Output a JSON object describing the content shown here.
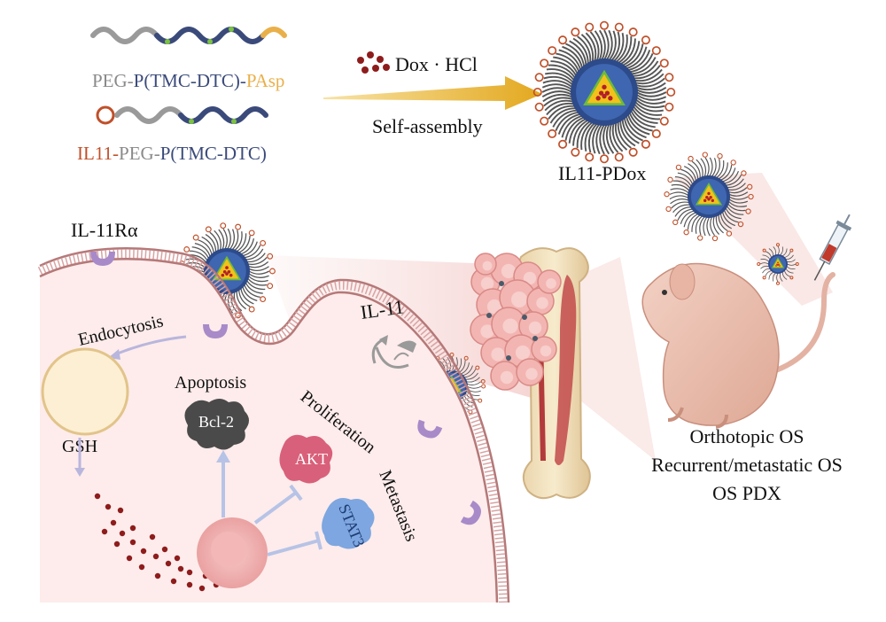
{
  "polymers": {
    "polymer1": {
      "part1": "PEG-",
      "part2": "P(TMC-DTC)-",
      "part3": "PAsp"
    },
    "polymer2": {
      "part1": "IL11-",
      "part2": "PEG-",
      "part3": "P(TMC-DTC)"
    }
  },
  "assembly": {
    "drug": "Dox · HCl",
    "process": "Self-assembly",
    "product": "IL11-PDox"
  },
  "cell": {
    "receptor": "IL-11Rα",
    "endocytosis": "Endocytosis",
    "gsh": "GSH",
    "apoptosis": "Apoptosis",
    "bcl2": "Bcl-2",
    "proliferation": "Proliferation",
    "akt": "AKT",
    "metastasis": "Metastasis",
    "stat3": "STAT3",
    "il11": "IL-11"
  },
  "models": {
    "line1": "Orthotopic OS",
    "line2": "Recurrent/metastatic OS",
    "line3": "OS PDX"
  },
  "colors": {
    "peg": "#8a8a8a",
    "ptmc": "#3a4a7a",
    "pasp": "#e9b04a",
    "il11": "#c0502a",
    "dox": "#8e1c1c",
    "arrow": "#e7b22b",
    "cell_fill": "#fdeceb",
    "cell_membrane": "#c98b8b",
    "mouse": "#ecc1b4"
  }
}
